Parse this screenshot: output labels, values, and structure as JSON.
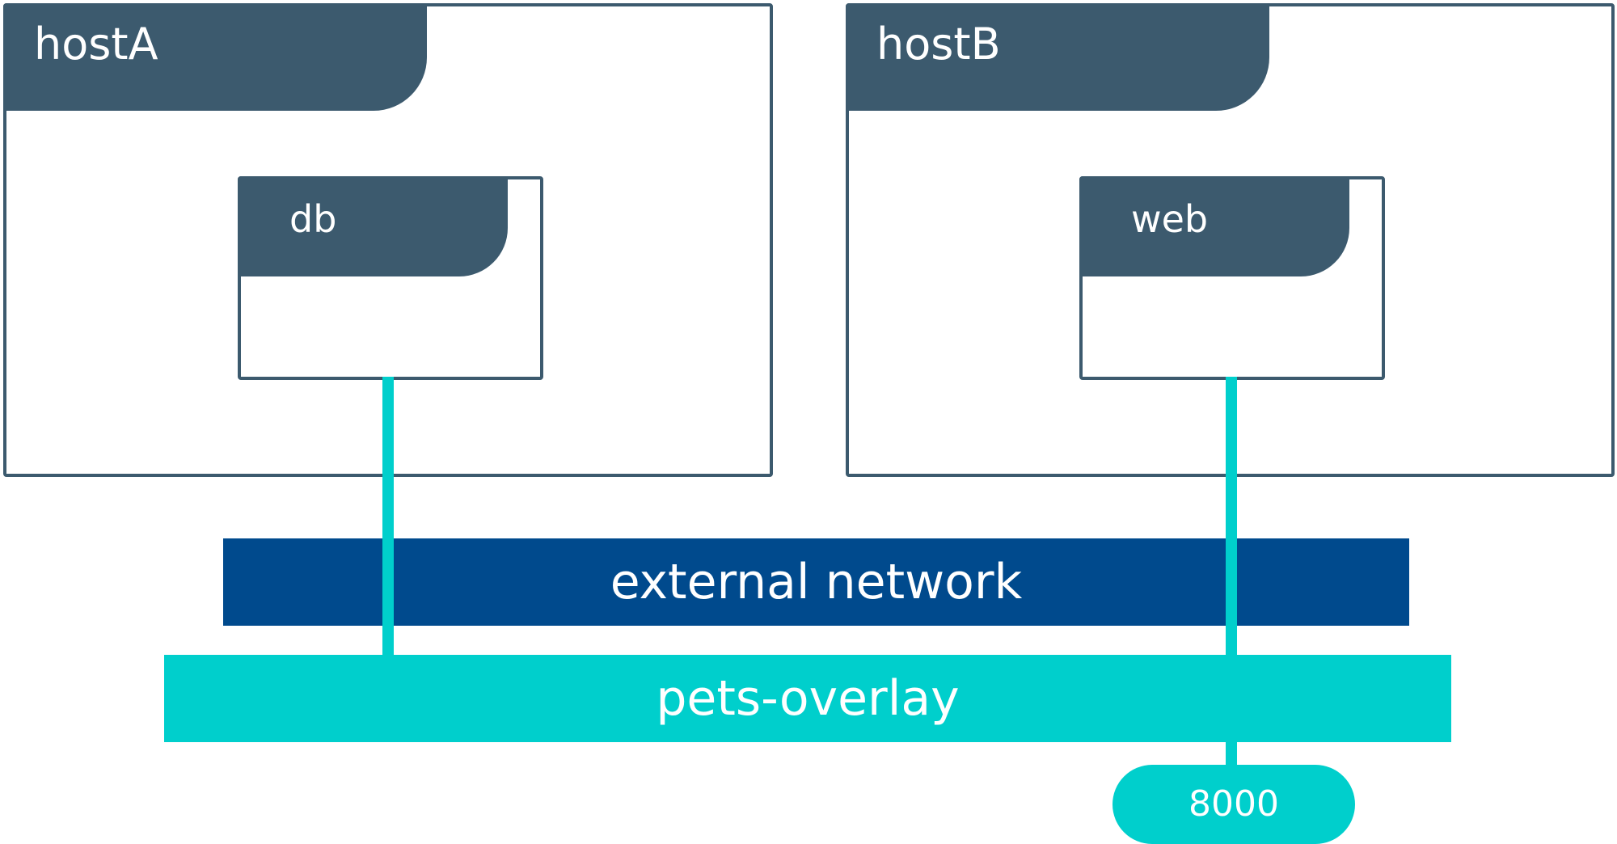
{
  "hosts": [
    {
      "label": "hostA",
      "container": {
        "label": "db"
      }
    },
    {
      "label": "hostB",
      "container": {
        "label": "web"
      }
    }
  ],
  "networks": {
    "external": {
      "label": "external network",
      "color": "#004a8d"
    },
    "overlay": {
      "label": "pets-overlay",
      "color": "#00cfcc"
    }
  },
  "published_port": {
    "label": "8000"
  },
  "colors": {
    "host_border": "#3c5a6e",
    "link": "#00cfcc"
  }
}
